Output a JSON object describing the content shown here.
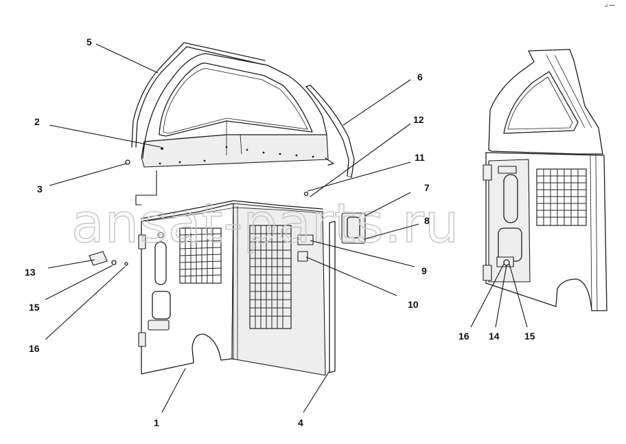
{
  "corner_mark": "⊿ ▪▪▪",
  "watermark": "ansat-parts.ru",
  "callouts": {
    "c1": "1",
    "c2": "2",
    "c3": "3",
    "c4": "4",
    "c5": "5",
    "c6": "6",
    "c7": "7",
    "c8": "8",
    "c9": "9",
    "c10": "10",
    "c11": "11",
    "c12": "12",
    "c13": "13",
    "c15a": "15",
    "c16a": "16",
    "c16b": "16",
    "c14": "14",
    "c15b": "15"
  }
}
